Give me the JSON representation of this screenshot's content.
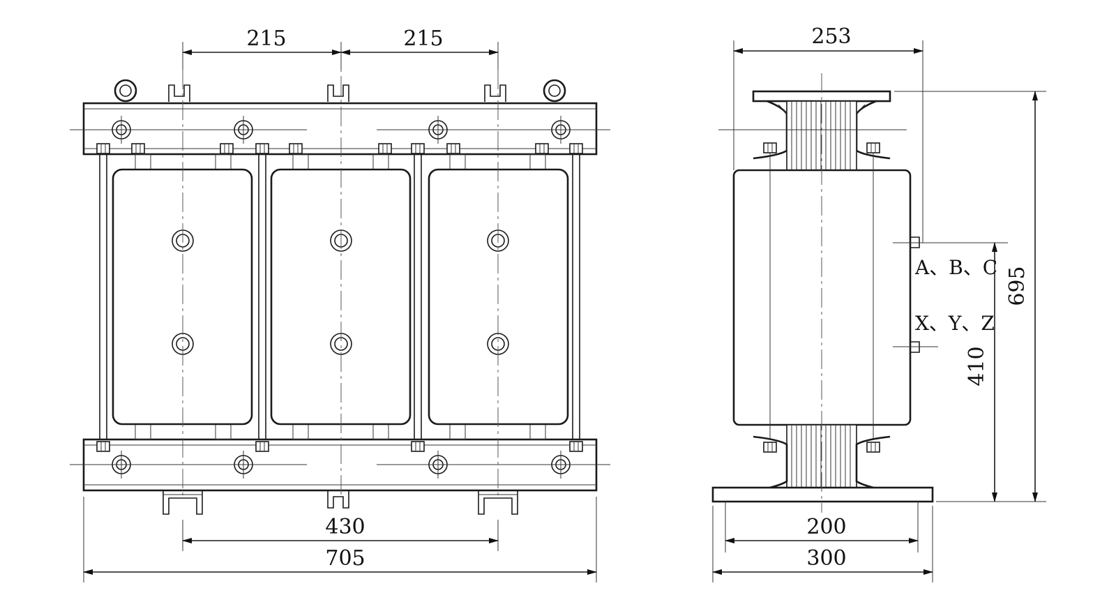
{
  "front_view": {
    "dims": {
      "pitch_left": "215",
      "pitch_right": "215",
      "mount_spacing": "430",
      "overall_width": "705"
    }
  },
  "side_view": {
    "dims": {
      "top_depth": "253",
      "overall_height": "695",
      "terminal_height": "410",
      "mount_depth": "200",
      "base_depth": "300"
    },
    "terminal_labels": {
      "line": "A、B、C",
      "neutral": "X、Y、Z"
    }
  },
  "colors": {
    "line": "#1a1a1a",
    "background": "#ffffff"
  }
}
